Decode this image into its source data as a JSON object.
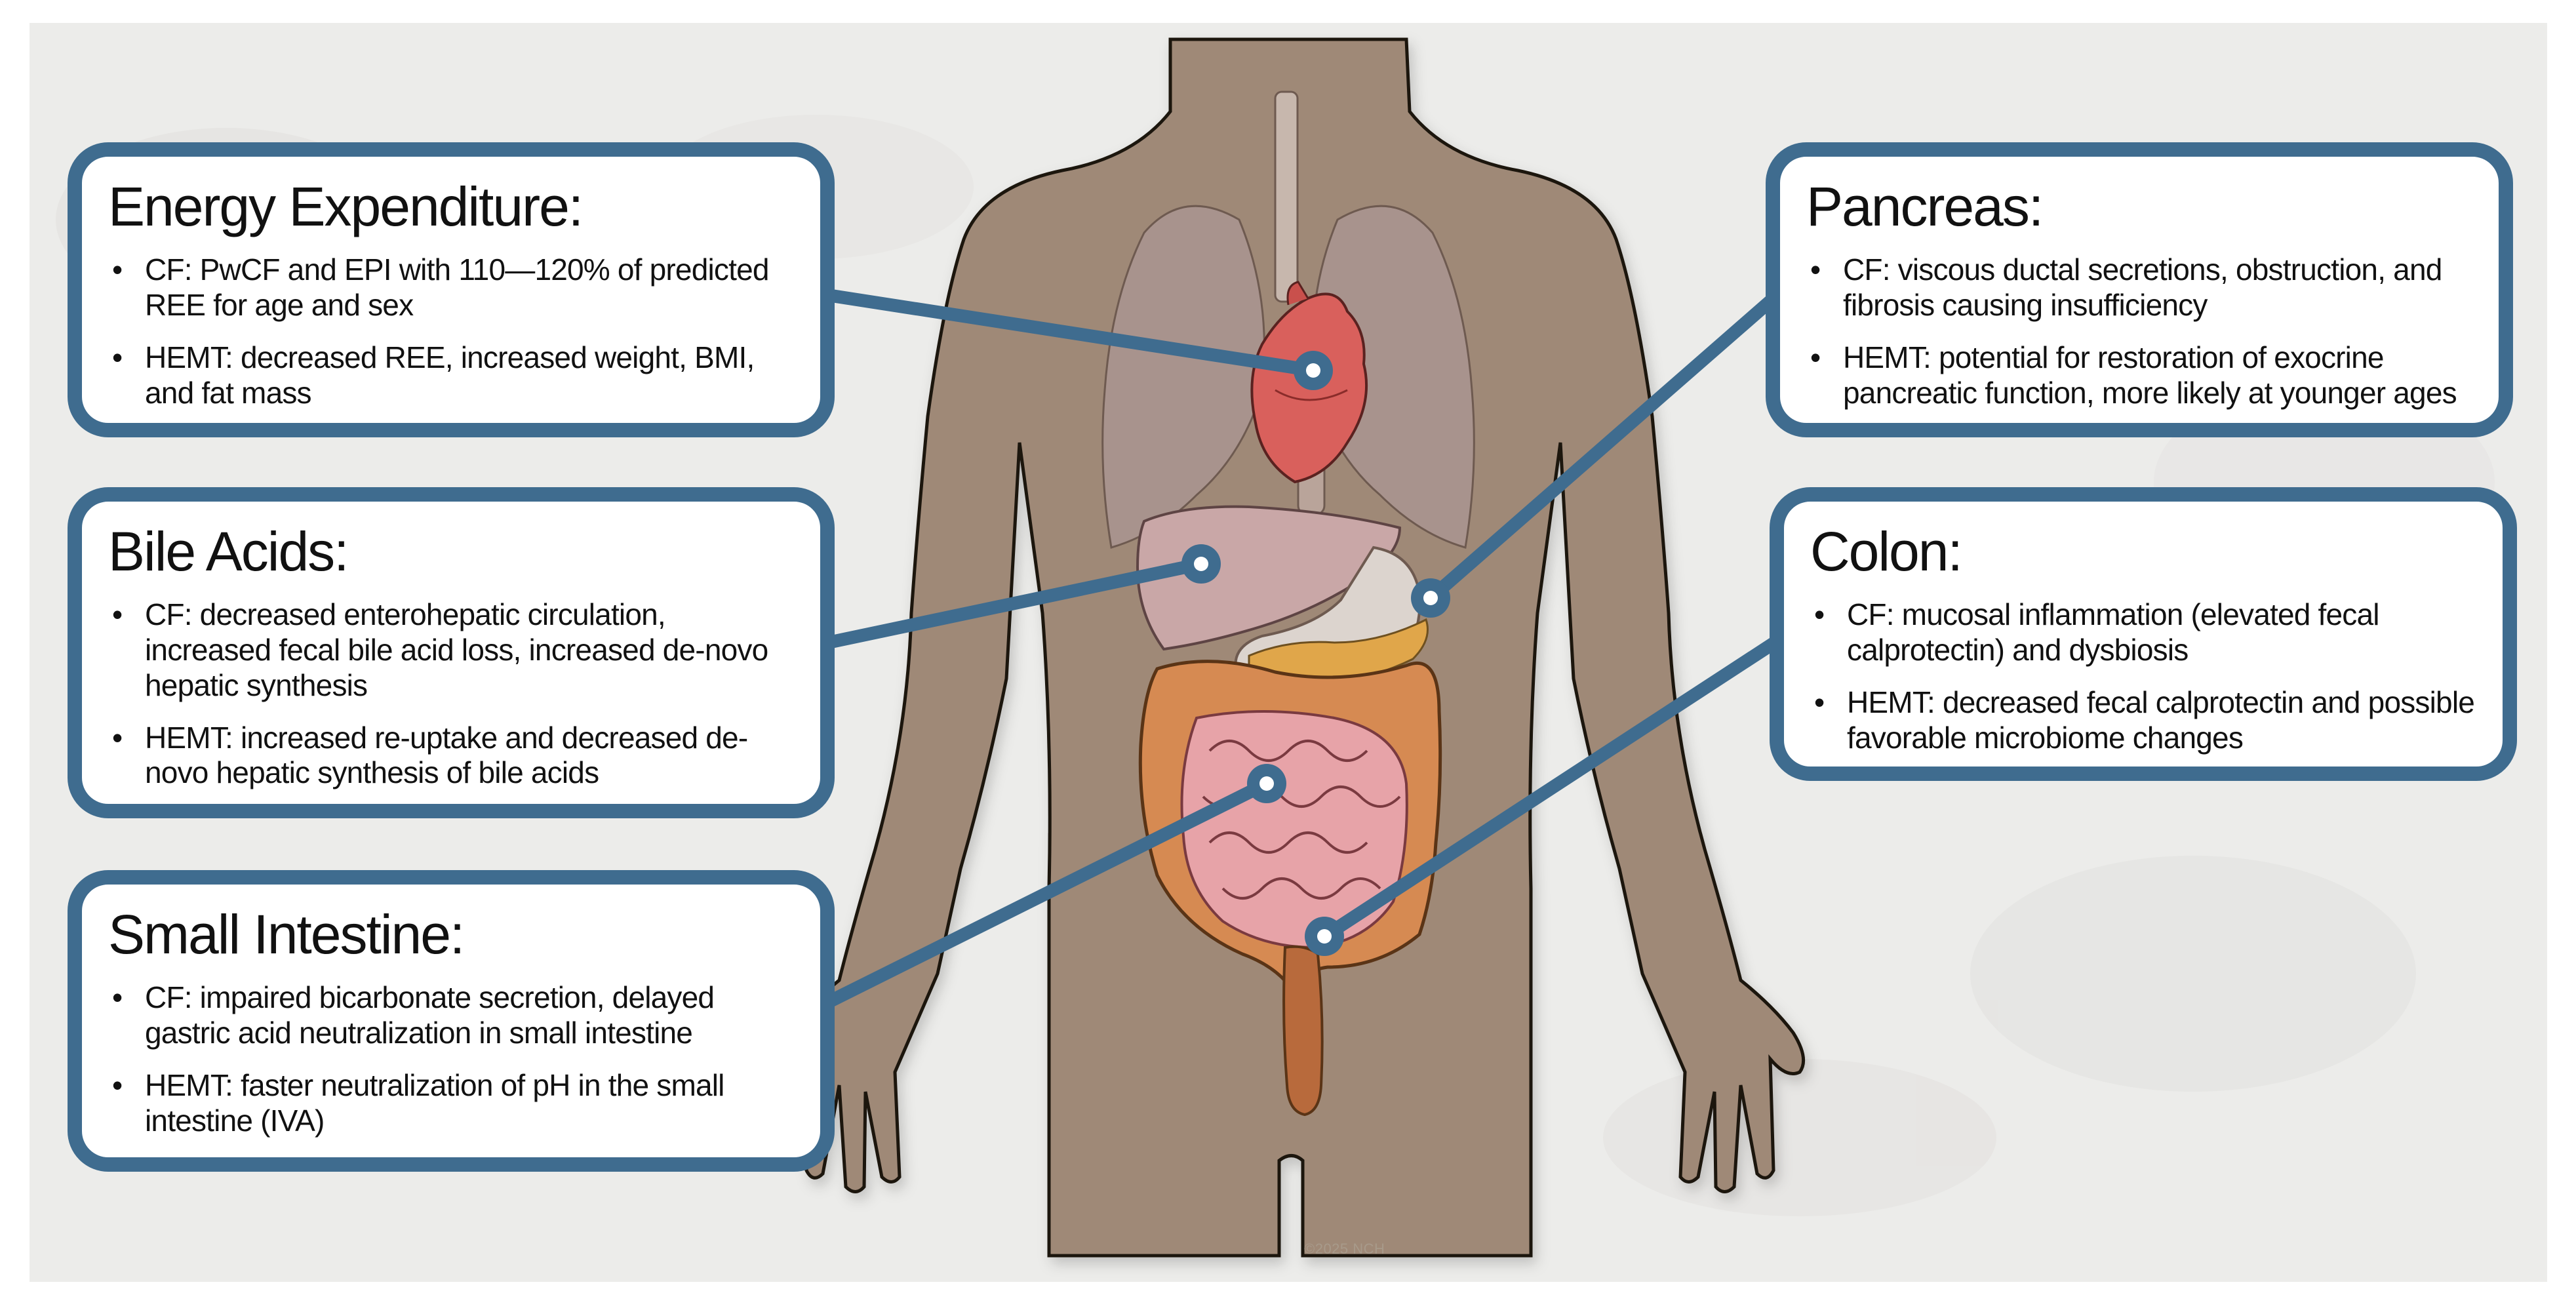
{
  "callouts": {
    "energy": {
      "title": "Energy Expenditure:",
      "bullets": [
        "CF: PwCF and EPI with 110—120% of predicted REE for age and sex",
        "HEMT: decreased REE, increased weight, BMI, and fat mass"
      ]
    },
    "bile": {
      "title": "Bile Acids:",
      "bullets": [
        "CF: decreased enterohepatic circulation, increased fecal bile acid loss, increased de-novo hepatic synthesis",
        "HEMT: increased re-uptake and decreased de-novo hepatic synthesis of bile acids"
      ]
    },
    "small_intestine": {
      "title": "Small Intestine:",
      "bullets": [
        "CF: impaired bicarbonate secretion, delayed gastric acid neutralization in small intestine",
        "HEMT: faster neutralization of pH in the small intestine (IVA)"
      ]
    },
    "pancreas": {
      "title": "Pancreas:",
      "bullets": [
        "CF: viscous ductal secretions, obstruction, and fibrosis causing insufficiency",
        "HEMT: potential for restoration of exocrine pancreatic function, more likely at younger ages"
      ]
    },
    "colon": {
      "title": "Colon:",
      "bullets": [
        "CF: mucosal inflammation (elevated fecal calprotectin) and dysbiosis",
        "HEMT: decreased fecal calprotectin and possible favorable microbiome changes"
      ]
    }
  },
  "copyright": "©2025 NCH",
  "colors": {
    "callout_border": "#3f6c8f",
    "body_skin": "#9f8977",
    "heart": "#d9605c",
    "colon": "#d68a52",
    "small_intestine": "#e7a3a8",
    "liver": "#c9a7a7",
    "lungs": "#a99590",
    "background": "#ececea"
  }
}
